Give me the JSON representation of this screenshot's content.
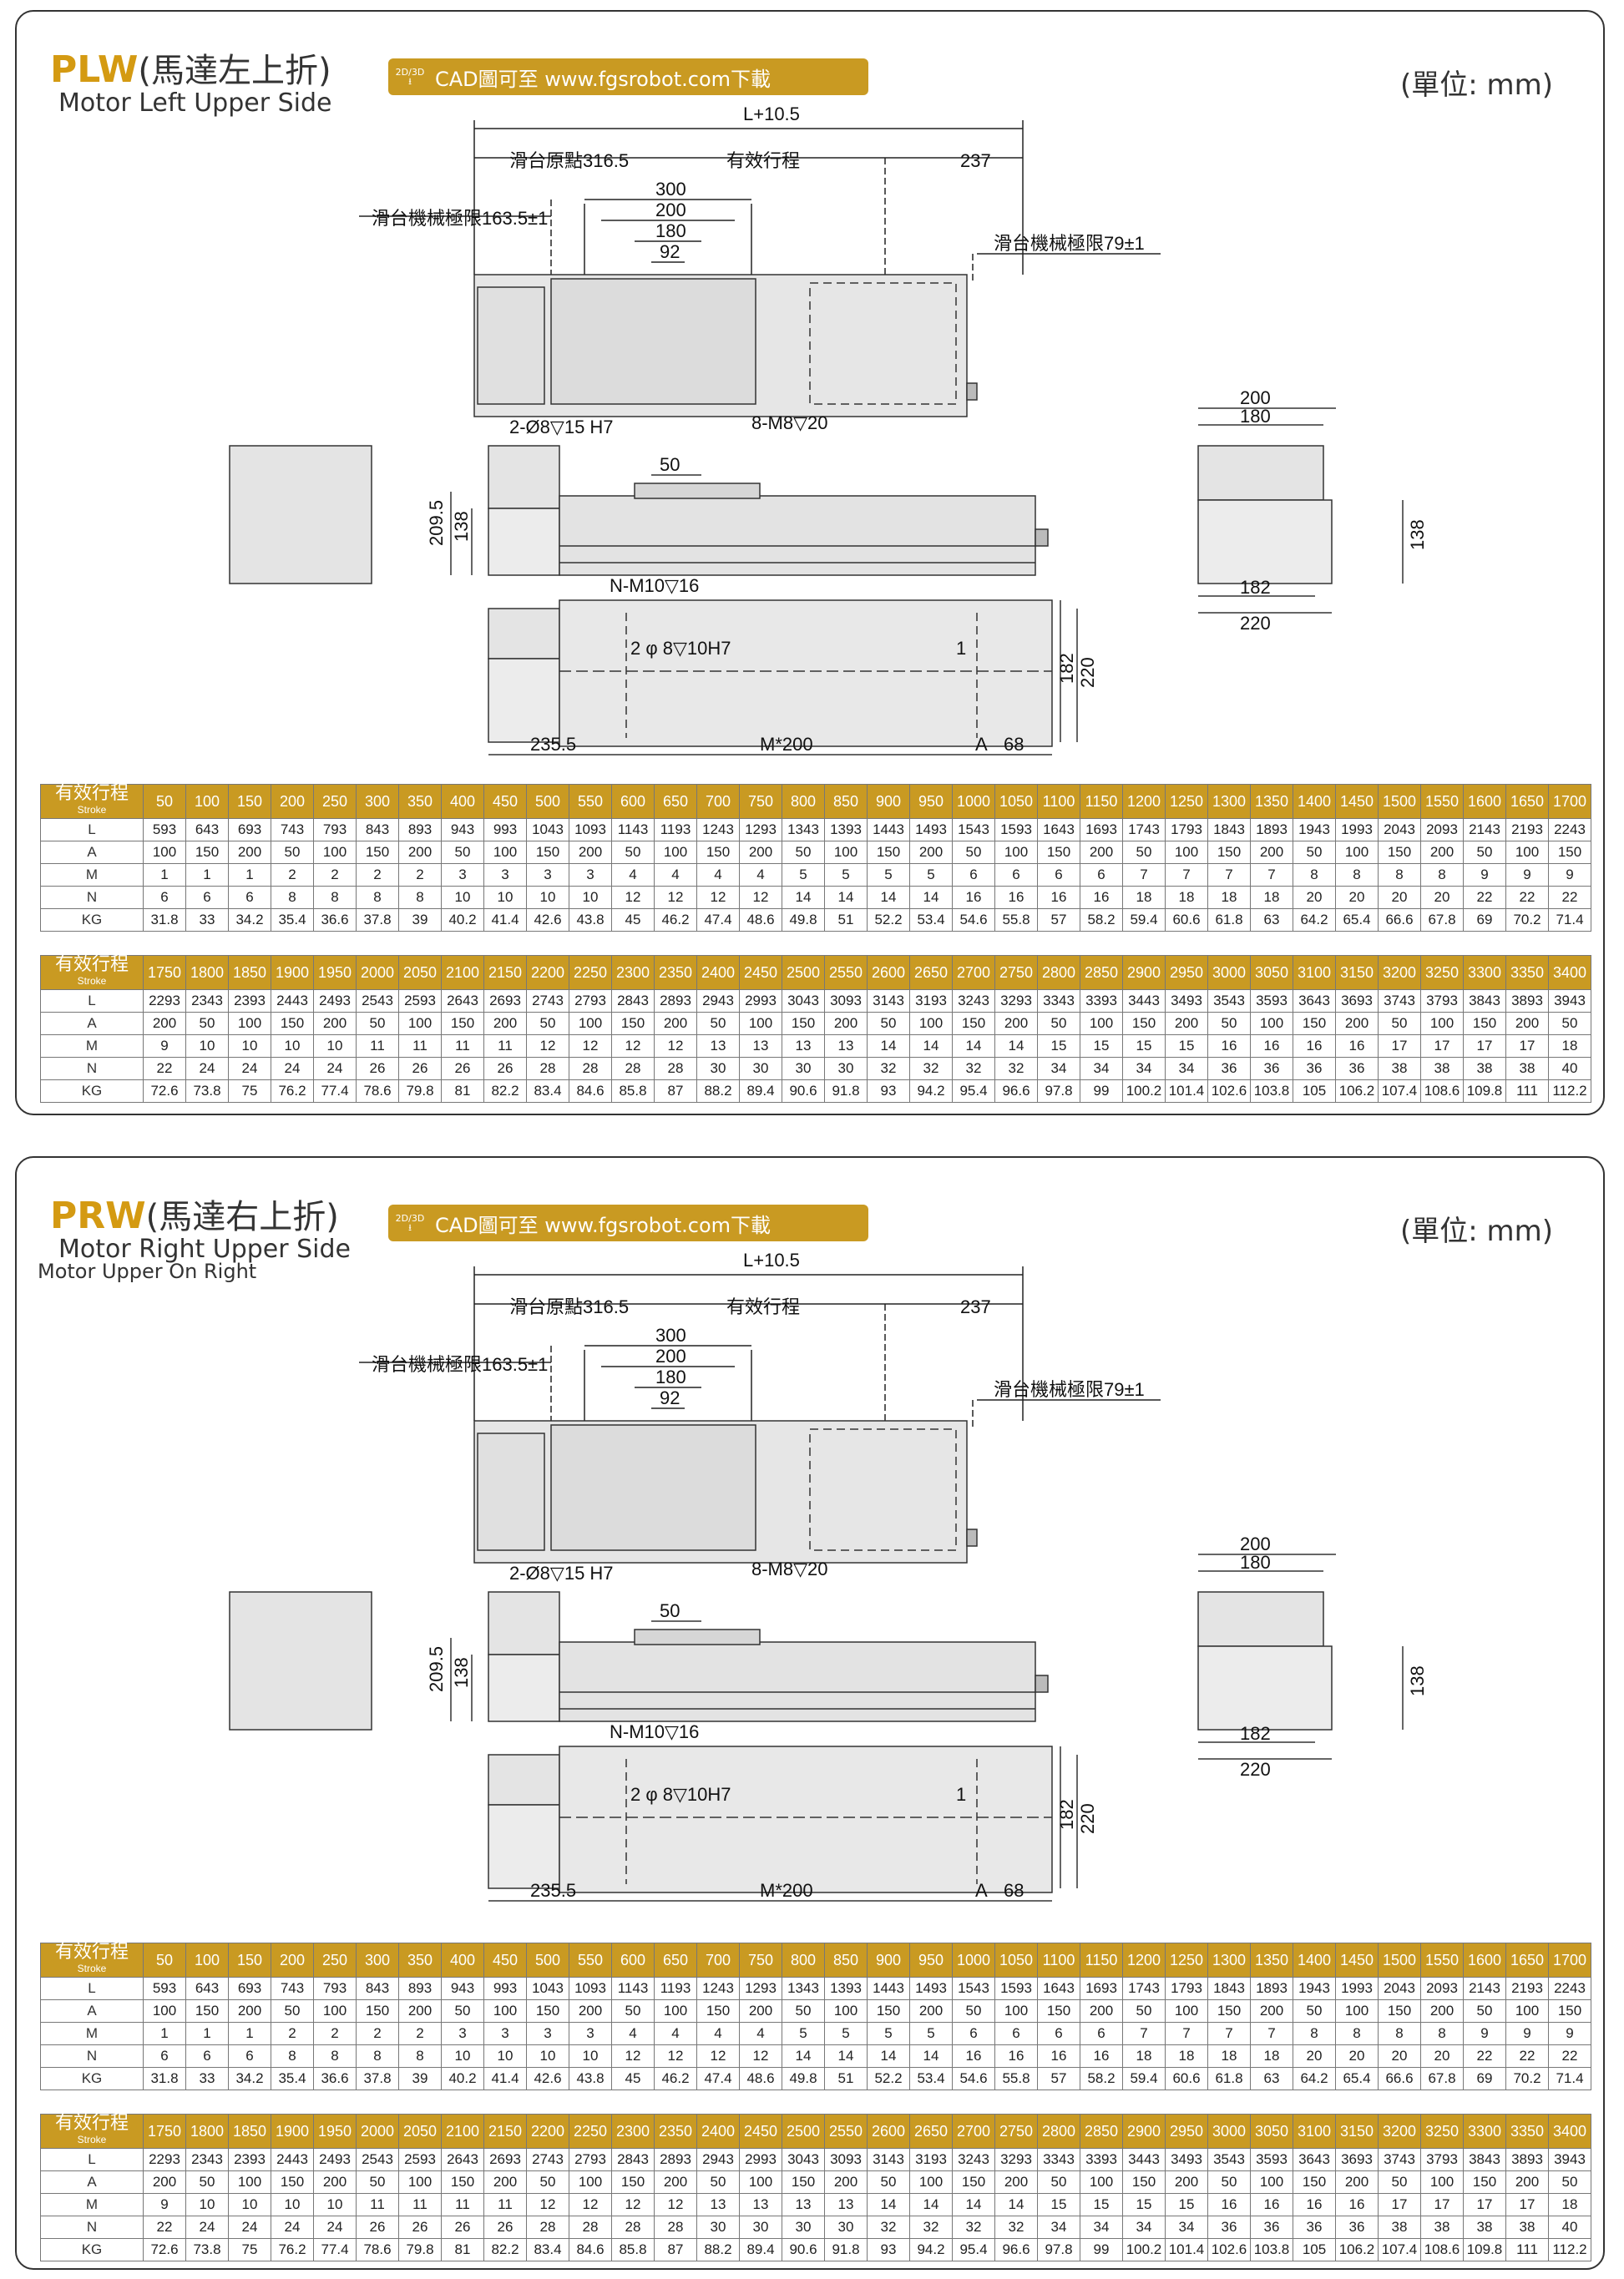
{
  "unit_label": "(單位: mm)",
  "cad_text": "CAD圖可至 www.fgsrobot.com下載",
  "cad_icon_text": "2D/3D",
  "panels": [
    {
      "code": "PLW",
      "title_zh": "(馬達左上折)",
      "subtitle": "Motor Left Upper Side",
      "subtitle2": ""
    },
    {
      "code": "PRW",
      "title_zh": "(馬達右上折)",
      "subtitle": "Motor Right Upper Side",
      "subtitle2": "Motor  Upper On Right"
    }
  ],
  "dims": {
    "total": "L+10.5",
    "origin": "滑台原點316.5",
    "stroke": "有效行程",
    "d237": "237",
    "d300": "300",
    "d200": "200",
    "d180": "180",
    "d92": "92",
    "limit_left": "滑台機械極限163.5±1",
    "limit_right": "滑台機械極限79±1",
    "pin_holes": "2-Ø8▽15 H7",
    "taps": "8-M8▽20",
    "d50": "50",
    "h209": "209.5",
    "h138": "138",
    "w200": "200",
    "w180": "180",
    "w182": "182",
    "w220": "220",
    "nm10": "N-M10▽16",
    "pin2": "2 φ 8▽10H7",
    "b235": "235.5",
    "bm200": "M*200",
    "ba": "A",
    "b68": "68",
    "h182": "182",
    "h220": "220",
    "one": "1"
  },
  "table_header_label": "有效行程",
  "table_header_sub": "Stroke",
  "tables": [
    {
      "strokes": [
        "50",
        "100",
        "150",
        "200",
        "250",
        "300",
        "350",
        "400",
        "450",
        "500",
        "550",
        "600",
        "650",
        "700",
        "750",
        "800",
        "850",
        "900",
        "950",
        "1000",
        "1050",
        "1100",
        "1150",
        "1200",
        "1250",
        "1300",
        "1350",
        "1400",
        "1450",
        "1500",
        "1550",
        "1600",
        "1650",
        "1700"
      ],
      "rows": [
        {
          "label": "L",
          "values": [
            "593",
            "643",
            "693",
            "743",
            "793",
            "843",
            "893",
            "943",
            "993",
            "1043",
            "1093",
            "1143",
            "1193",
            "1243",
            "1293",
            "1343",
            "1393",
            "1443",
            "1493",
            "1543",
            "1593",
            "1643",
            "1693",
            "1743",
            "1793",
            "1843",
            "1893",
            "1943",
            "1993",
            "2043",
            "2093",
            "2143",
            "2193",
            "2243"
          ]
        },
        {
          "label": "A",
          "values": [
            "100",
            "150",
            "200",
            "50",
            "100",
            "150",
            "200",
            "50",
            "100",
            "150",
            "200",
            "50",
            "100",
            "150",
            "200",
            "50",
            "100",
            "150",
            "200",
            "50",
            "100",
            "150",
            "200",
            "50",
            "100",
            "150",
            "200",
            "50",
            "100",
            "150",
            "200",
            "50",
            "100",
            "150"
          ]
        },
        {
          "label": "M",
          "values": [
            "1",
            "1",
            "1",
            "2",
            "2",
            "2",
            "2",
            "3",
            "3",
            "3",
            "3",
            "4",
            "4",
            "4",
            "4",
            "5",
            "5",
            "5",
            "5",
            "6",
            "6",
            "6",
            "6",
            "7",
            "7",
            "7",
            "7",
            "8",
            "8",
            "8",
            "8",
            "9",
            "9",
            "9"
          ]
        },
        {
          "label": "N",
          "values": [
            "6",
            "6",
            "6",
            "8",
            "8",
            "8",
            "8",
            "10",
            "10",
            "10",
            "10",
            "12",
            "12",
            "12",
            "12",
            "14",
            "14",
            "14",
            "14",
            "16",
            "16",
            "16",
            "16",
            "18",
            "18",
            "18",
            "18",
            "20",
            "20",
            "20",
            "20",
            "22",
            "22",
            "22"
          ]
        },
        {
          "label": "KG",
          "values": [
            "31.8",
            "33",
            "34.2",
            "35.4",
            "36.6",
            "37.8",
            "39",
            "40.2",
            "41.4",
            "42.6",
            "43.8",
            "45",
            "46.2",
            "47.4",
            "48.6",
            "49.8",
            "51",
            "52.2",
            "53.4",
            "54.6",
            "55.8",
            "57",
            "58.2",
            "59.4",
            "60.6",
            "61.8",
            "63",
            "64.2",
            "65.4",
            "66.6",
            "67.8",
            "69",
            "70.2",
            "71.4"
          ]
        }
      ]
    },
    {
      "strokes": [
        "1750",
        "1800",
        "1850",
        "1900",
        "1950",
        "2000",
        "2050",
        "2100",
        "2150",
        "2200",
        "2250",
        "2300",
        "2350",
        "2400",
        "2450",
        "2500",
        "2550",
        "2600",
        "2650",
        "2700",
        "2750",
        "2800",
        "2850",
        "2900",
        "2950",
        "3000",
        "3050",
        "3100",
        "3150",
        "3200",
        "3250",
        "3300",
        "3350",
        "3400"
      ],
      "rows": [
        {
          "label": "L",
          "values": [
            "2293",
            "2343",
            "2393",
            "2443",
            "2493",
            "2543",
            "2593",
            "2643",
            "2693",
            "2743",
            "2793",
            "2843",
            "2893",
            "2943",
            "2993",
            "3043",
            "3093",
            "3143",
            "3193",
            "3243",
            "3293",
            "3343",
            "3393",
            "3443",
            "3493",
            "3543",
            "3593",
            "3643",
            "3693",
            "3743",
            "3793",
            "3843",
            "3893",
            "3943"
          ]
        },
        {
          "label": "A",
          "values": [
            "200",
            "50",
            "100",
            "150",
            "200",
            "50",
            "100",
            "150",
            "200",
            "50",
            "100",
            "150",
            "200",
            "50",
            "100",
            "150",
            "200",
            "50",
            "100",
            "150",
            "200",
            "50",
            "100",
            "150",
            "200",
            "50",
            "100",
            "150",
            "200",
            "50",
            "100",
            "150",
            "200",
            "50"
          ]
        },
        {
          "label": "M",
          "values": [
            "9",
            "10",
            "10",
            "10",
            "10",
            "11",
            "11",
            "11",
            "11",
            "12",
            "12",
            "12",
            "12",
            "13",
            "13",
            "13",
            "13",
            "14",
            "14",
            "14",
            "14",
            "15",
            "15",
            "15",
            "15",
            "16",
            "16",
            "16",
            "16",
            "17",
            "17",
            "17",
            "17",
            "18"
          ]
        },
        {
          "label": "N",
          "values": [
            "22",
            "24",
            "24",
            "24",
            "24",
            "26",
            "26",
            "26",
            "26",
            "28",
            "28",
            "28",
            "28",
            "30",
            "30",
            "30",
            "30",
            "32",
            "32",
            "32",
            "32",
            "34",
            "34",
            "34",
            "34",
            "36",
            "36",
            "36",
            "36",
            "38",
            "38",
            "38",
            "38",
            "40"
          ]
        },
        {
          "label": "KG",
          "values": [
            "72.6",
            "73.8",
            "75",
            "76.2",
            "77.4",
            "78.6",
            "79.8",
            "81",
            "82.2",
            "83.4",
            "84.6",
            "85.8",
            "87",
            "88.2",
            "89.4",
            "90.6",
            "91.8",
            "93",
            "94.2",
            "95.4",
            "96.6",
            "97.8",
            "99",
            "100.2",
            "101.4",
            "102.6",
            "103.8",
            "105",
            "106.2",
            "107.4",
            "108.6",
            "109.8",
            "111",
            "112.2"
          ]
        }
      ]
    }
  ]
}
